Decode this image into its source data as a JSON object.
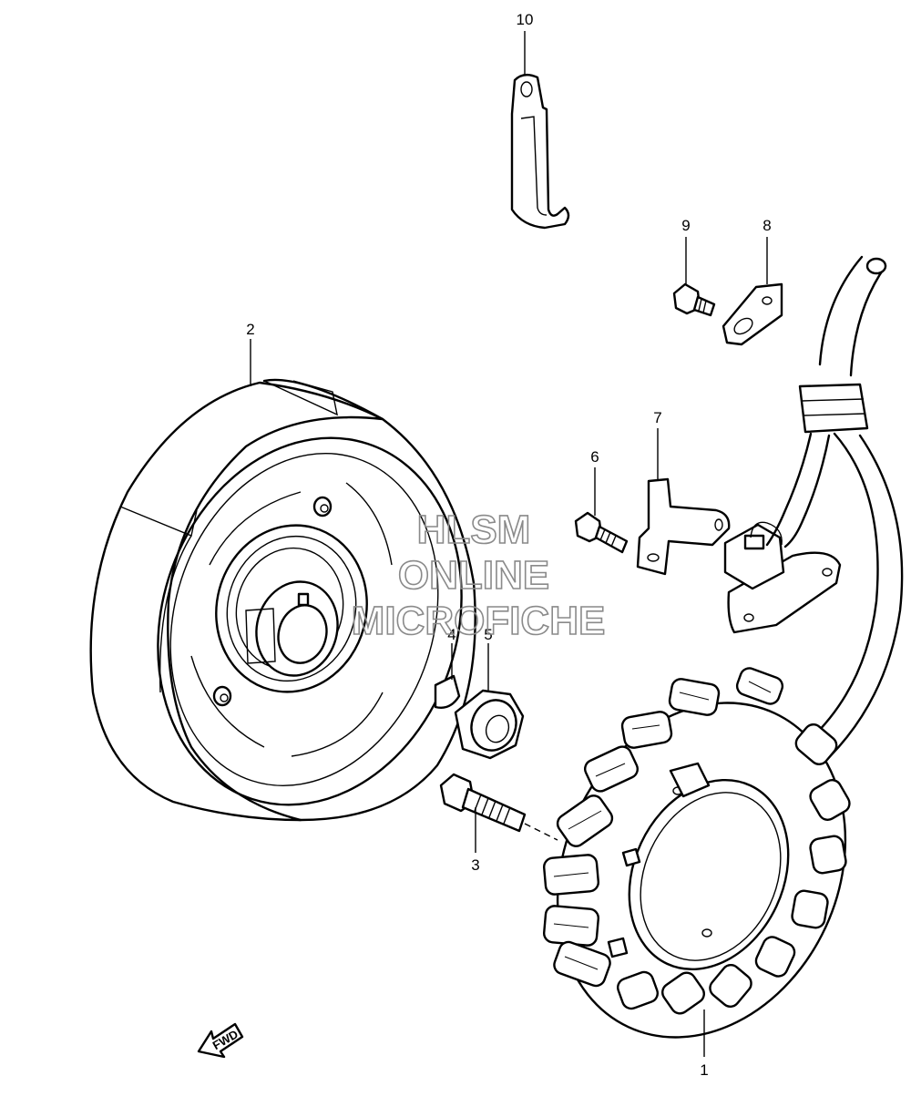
{
  "callouts": {
    "c1": "1",
    "c2": "2",
    "c3": "3",
    "c4": "4",
    "c5": "5",
    "c6": "6",
    "c7": "7",
    "c8": "8",
    "c9": "9",
    "c10": "10"
  },
  "watermark": {
    "line1": "HLSM",
    "line2": "ONLINE",
    "line3": "MICROFICHE"
  },
  "direction": {
    "label": "FWD",
    "icon": "fwd-arrow-icon"
  }
}
